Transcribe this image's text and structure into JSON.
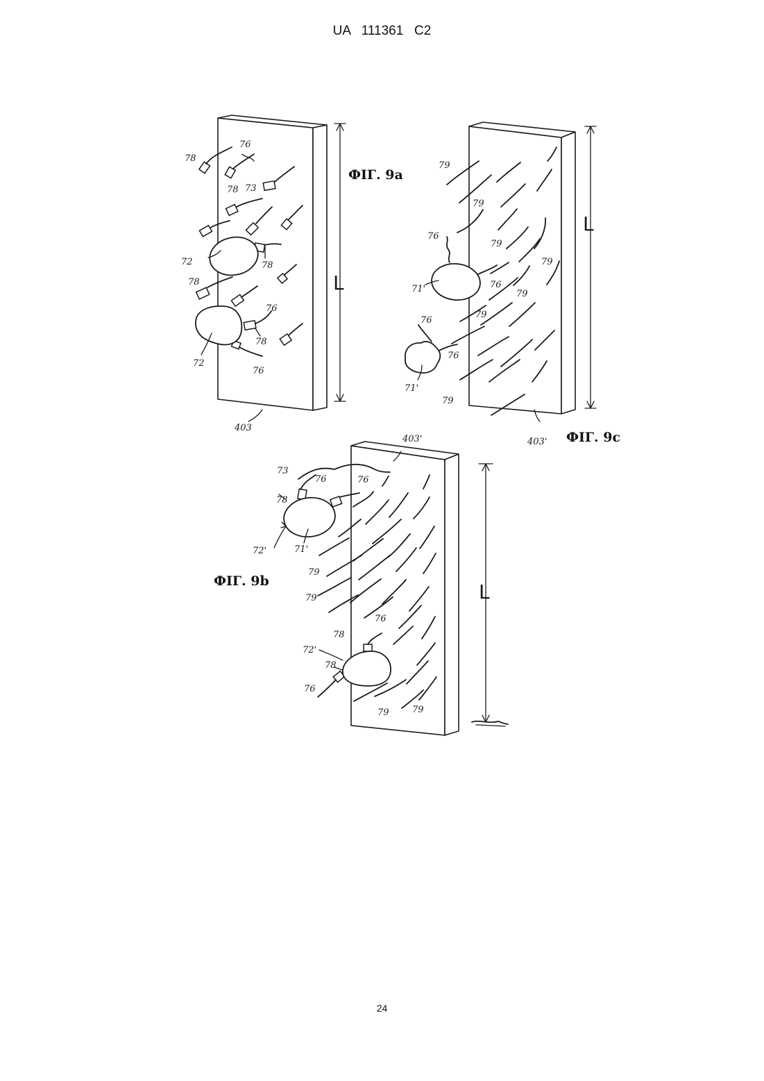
{
  "header": {
    "document_id": "UA 111361 C2"
  },
  "page_number": "24",
  "figures": {
    "fig_9a": {
      "caption": "ФІГ. 9a",
      "labels": {
        "n78": "78",
        "n76": "76",
        "n73": "73",
        "n72": "72",
        "n403": "403",
        "dim_L": "L"
      }
    },
    "fig_9b": {
      "caption": "ФІГ. 9b",
      "labels": {
        "n73": "73",
        "n76": "76",
        "n78": "78",
        "n72p": "72'",
        "n71p": "71'",
        "n79": "79",
        "n403p": "403'",
        "dim_L": "L"
      }
    },
    "fig_9c": {
      "caption": "ФІГ. 9c",
      "labels": {
        "n79": "79",
        "n76": "76",
        "n71p": "71'",
        "n403p": "403'",
        "dim_L": "L"
      }
    }
  }
}
